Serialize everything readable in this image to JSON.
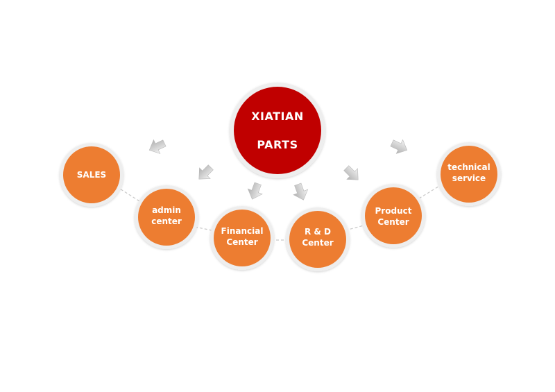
{
  "center": {
    "line1": "XIATIAN",
    "line2": "PARTS"
  },
  "departments": [
    {
      "line1": "SALES",
      "line2": ""
    },
    {
      "line1": "admin",
      "line2": "center"
    },
    {
      "line1": "Financial",
      "line2": "Center"
    },
    {
      "line1": "R & D",
      "line2": "Center"
    },
    {
      "line1": "Product",
      "line2": "Center"
    },
    {
      "line1": "technical",
      "line2": "service"
    }
  ],
  "colors": {
    "center_fill": "#c00000",
    "department_fill": "#ed7d31",
    "ring": "#eeeeee",
    "connector": "#c8c8c8",
    "arrow": "#c4c4c4"
  }
}
